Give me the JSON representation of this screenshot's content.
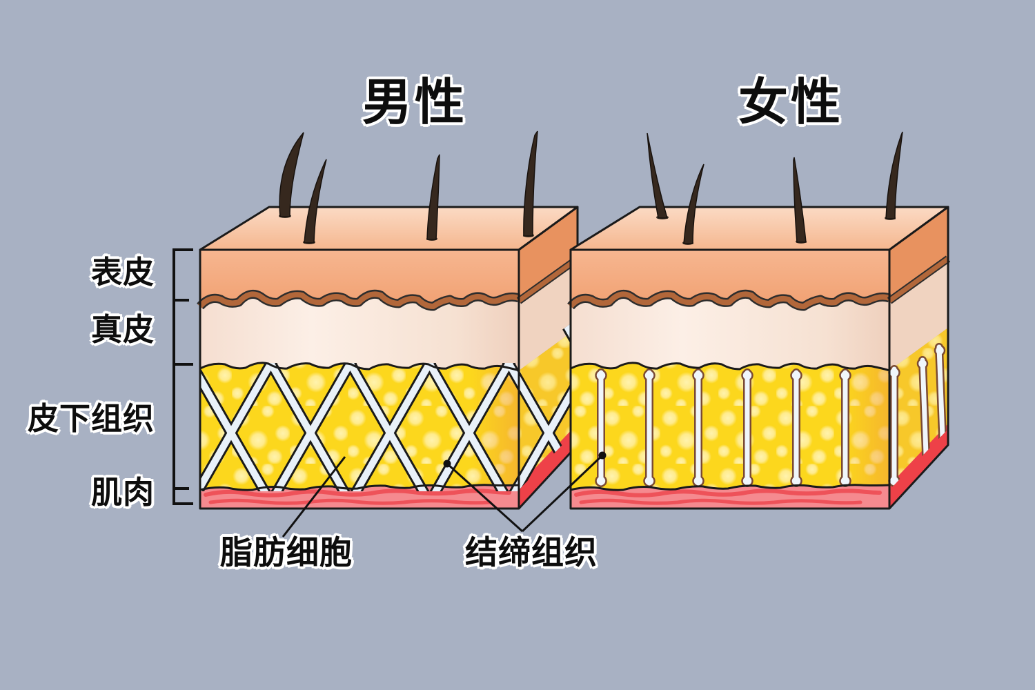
{
  "background_color": "#a8b1c3",
  "titles": {
    "male": "男性",
    "female": "女性"
  },
  "layer_labels": {
    "epidermis": "表皮",
    "dermis": "真皮",
    "subcutaneous": "皮下组织",
    "muscle": "肌肉"
  },
  "callouts": {
    "fat_cell": "脂肪细胞",
    "connective_tissue": "结缔组织"
  },
  "colors": {
    "background": "#a8b1c3",
    "epidermis": "#f2a478",
    "epidermis_top_face": "#f9d2b8",
    "basement_band": "#b2673a",
    "dermis": "#f8e8dc",
    "fat": "#fcd71d",
    "fat_cells": "#fff1a6",
    "connective_band_male": "#e9f1f9",
    "connective_band_female": "#f0f6fb",
    "band_outline_female": "#7a4a33",
    "muscle": "#f58a8f",
    "muscle_deep": "#ee4148",
    "hair": "#36281e",
    "outline": "#1a1a1a",
    "text": "#0d0d0d",
    "text_outline": "#ffffff"
  }
}
